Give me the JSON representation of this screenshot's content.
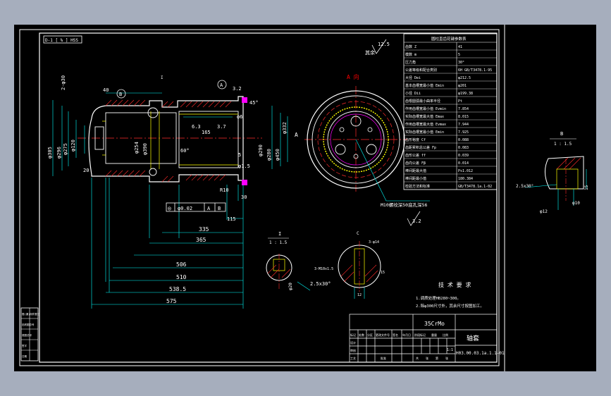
{
  "colors": {
    "background": "#a6aebd",
    "paper": "#000000",
    "frame": "#ffffff",
    "dimension": "#00ffff",
    "centerline": "#ff2a2a",
    "hidden": "#ffff00",
    "part": "#ffffff",
    "accent": "#ff00ff"
  },
  "drawing": {
    "top_left_label": "D-1 [ % ] HSS",
    "view_a_title": "A 向",
    "section_b_title": "B",
    "section_b_scale": "1 : 1.5",
    "section_i_title": "I",
    "section_i_scale": "1 : 1.5",
    "section_c_title": "C",
    "arrow_a": "A",
    "surface_finish": "12.5",
    "surface_finish_note": "其余",
    "thread_note": "M10螺纹深50底孔深56",
    "thread_roughness": "3.2"
  },
  "dimensions": {
    "overall": [
      "335",
      "365",
      "506",
      "510",
      "538.5",
      "575"
    ],
    "small": [
      "40",
      "2-φ30",
      "20",
      "5",
      "φ1.5",
      "3.2",
      "165",
      "3.7",
      "R10",
      "115",
      "30",
      "φ6",
      "6.3",
      "60°",
      "45°"
    ],
    "diameters": [
      "φ305",
      "φ296",
      "φ275",
      "φ120",
      "φ390",
      "φ450",
      "φ280",
      "φ290",
      "φ332",
      "φ254"
    ],
    "tolerance_frame": [
      "◎",
      "φ0.02",
      "A",
      "B"
    ],
    "detail_b": [
      "2.5x30°",
      "φ12",
      "φ10",
      "15"
    ],
    "detail_i": [
      "φ20",
      "2.5x30°"
    ],
    "detail_c": [
      "3-φ14",
      "3-M10x1.5",
      "15",
      "12"
    ]
  },
  "parameter_table": {
    "title": "圆柱直齿花键参数表",
    "rows": [
      [
        "齿数 Z",
        "41"
      ],
      [
        "模数 m",
        "5"
      ],
      [
        "压力角",
        "30°"
      ],
      [
        "公差等级和配合类别",
        "6H GB/T3478.1-95"
      ],
      [
        "大径 Dei",
        "φ212.5"
      ],
      [
        "基本齿槽宽最小值 Emin",
        "φ201"
      ],
      [
        "小径 Dii",
        "φ199.38"
      ],
      [
        "齿根圆弧最小曲率半径",
        "Pt"
      ],
      [
        "作用齿槽宽最小值 Evmin",
        "7.854"
      ],
      [
        "实际齿槽宽最大值 Emax",
        "8.015"
      ],
      [
        "作用齿槽宽最大值 Evmax",
        "7.944"
      ],
      [
        "实际齿槽宽最小值 Emin",
        "7.925"
      ],
      [
        "齿形裕度 Cf",
        "0.088"
      ],
      [
        "齿距累积总公差 Fp",
        "0.083"
      ],
      [
        "齿形公差 ff",
        "0.039"
      ],
      [
        "齿向公差 Fβ",
        "0.014"
      ],
      [
        "棒间距最大值",
        "Ps1.012"
      ],
      [
        "棒间距最小值",
        "180.384"
      ],
      [
        "检验方法和标准",
        "GB/T3478.1a.1-02"
      ]
    ]
  },
  "technical_requirements": {
    "title": "技 术 要 求",
    "items": [
      "1.调质处理HB280~300。",
      "2.除φ300尺寸外，其余尺寸按图加工。"
    ]
  },
  "title_block": {
    "material": "35CrMo",
    "part_name": "轴套",
    "drawing_number": "H03.00.03.1a.1.1-01",
    "labels": [
      "标记",
      "处数",
      "分区",
      "更改文件号",
      "签名",
      "年月日"
    ],
    "role_labels": [
      "设计",
      "审核",
      "工艺",
      "批准"
    ],
    "stage_labels": [
      "阶段标记",
      "重量",
      "比例"
    ],
    "scale": "1:1",
    "sheet_labels": [
      "共",
      "张",
      "第",
      "张"
    ]
  },
  "side_stamp": [
    "借(通)用件登记",
    "旧底图总号",
    "底图总号",
    "签字",
    "日期"
  ]
}
